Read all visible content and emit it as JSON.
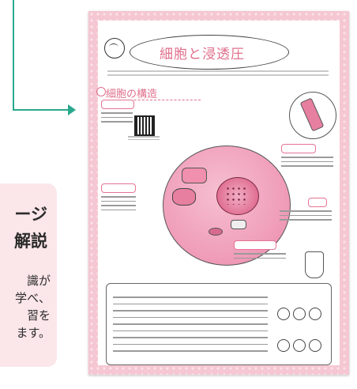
{
  "callout": {
    "title_lines": [
      "ージ",
      "解説"
    ],
    "body_lines": [
      "識が",
      "学べ、",
      "習を",
      "ます。"
    ]
  },
  "page": {
    "title": "細胞と浸透圧",
    "section_title": "細胞の構造"
  },
  "colors": {
    "accent_green": "#2aa88e",
    "accent_pink": "#e0708c",
    "callout_bg": "#fbe6ea"
  },
  "icons": [
    "right-arrow-icon",
    "brain-icon",
    "flower-icon",
    "qr-code-icon",
    "pen-icon",
    "down-arrow-icon"
  ]
}
